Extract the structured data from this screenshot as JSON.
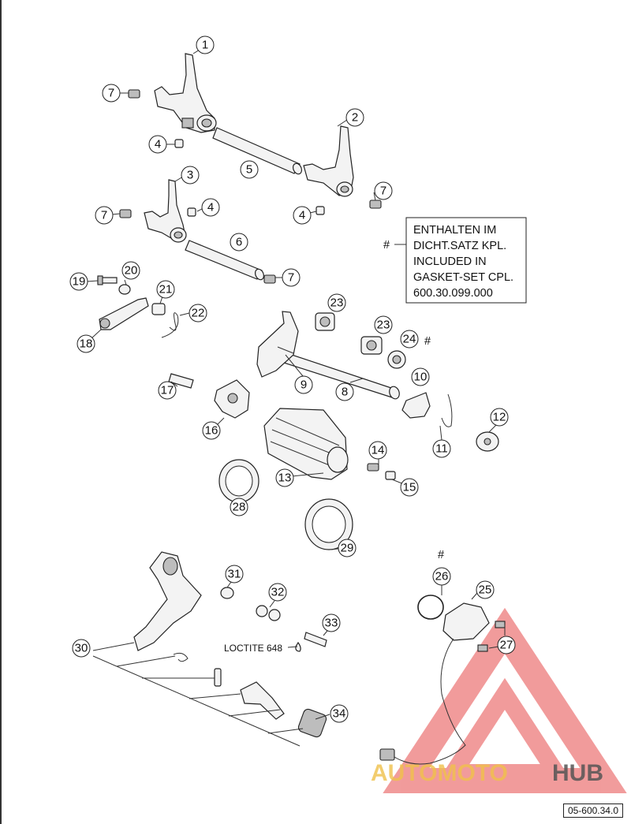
{
  "callouts": [
    "1",
    "2",
    "3",
    "4",
    "5",
    "6",
    "7",
    "8",
    "9",
    "10",
    "11",
    "12",
    "13",
    "14",
    "15",
    "16",
    "17",
    "18",
    "19",
    "20",
    "21",
    "22",
    "23",
    "24",
    "25",
    "26",
    "27",
    "28",
    "29",
    "30",
    "31",
    "32",
    "33",
    "34"
  ],
  "hash_symbol": "#",
  "note": {
    "lines": [
      "ENTHALTEN IM",
      "DICHT.SATZ KPL.",
      "INCLUDED IN",
      "GASKET-SET CPL.",
      "600.30.099.000"
    ]
  },
  "loctite_label": "LOCTITE 648",
  "watermark": {
    "part1": "AUTOMOTO",
    "part2": "HUB",
    "color1": "#f0c14b",
    "color2": "#555555",
    "triangle_color": "#e64b4b"
  },
  "figure_code": "05-600.34.0"
}
